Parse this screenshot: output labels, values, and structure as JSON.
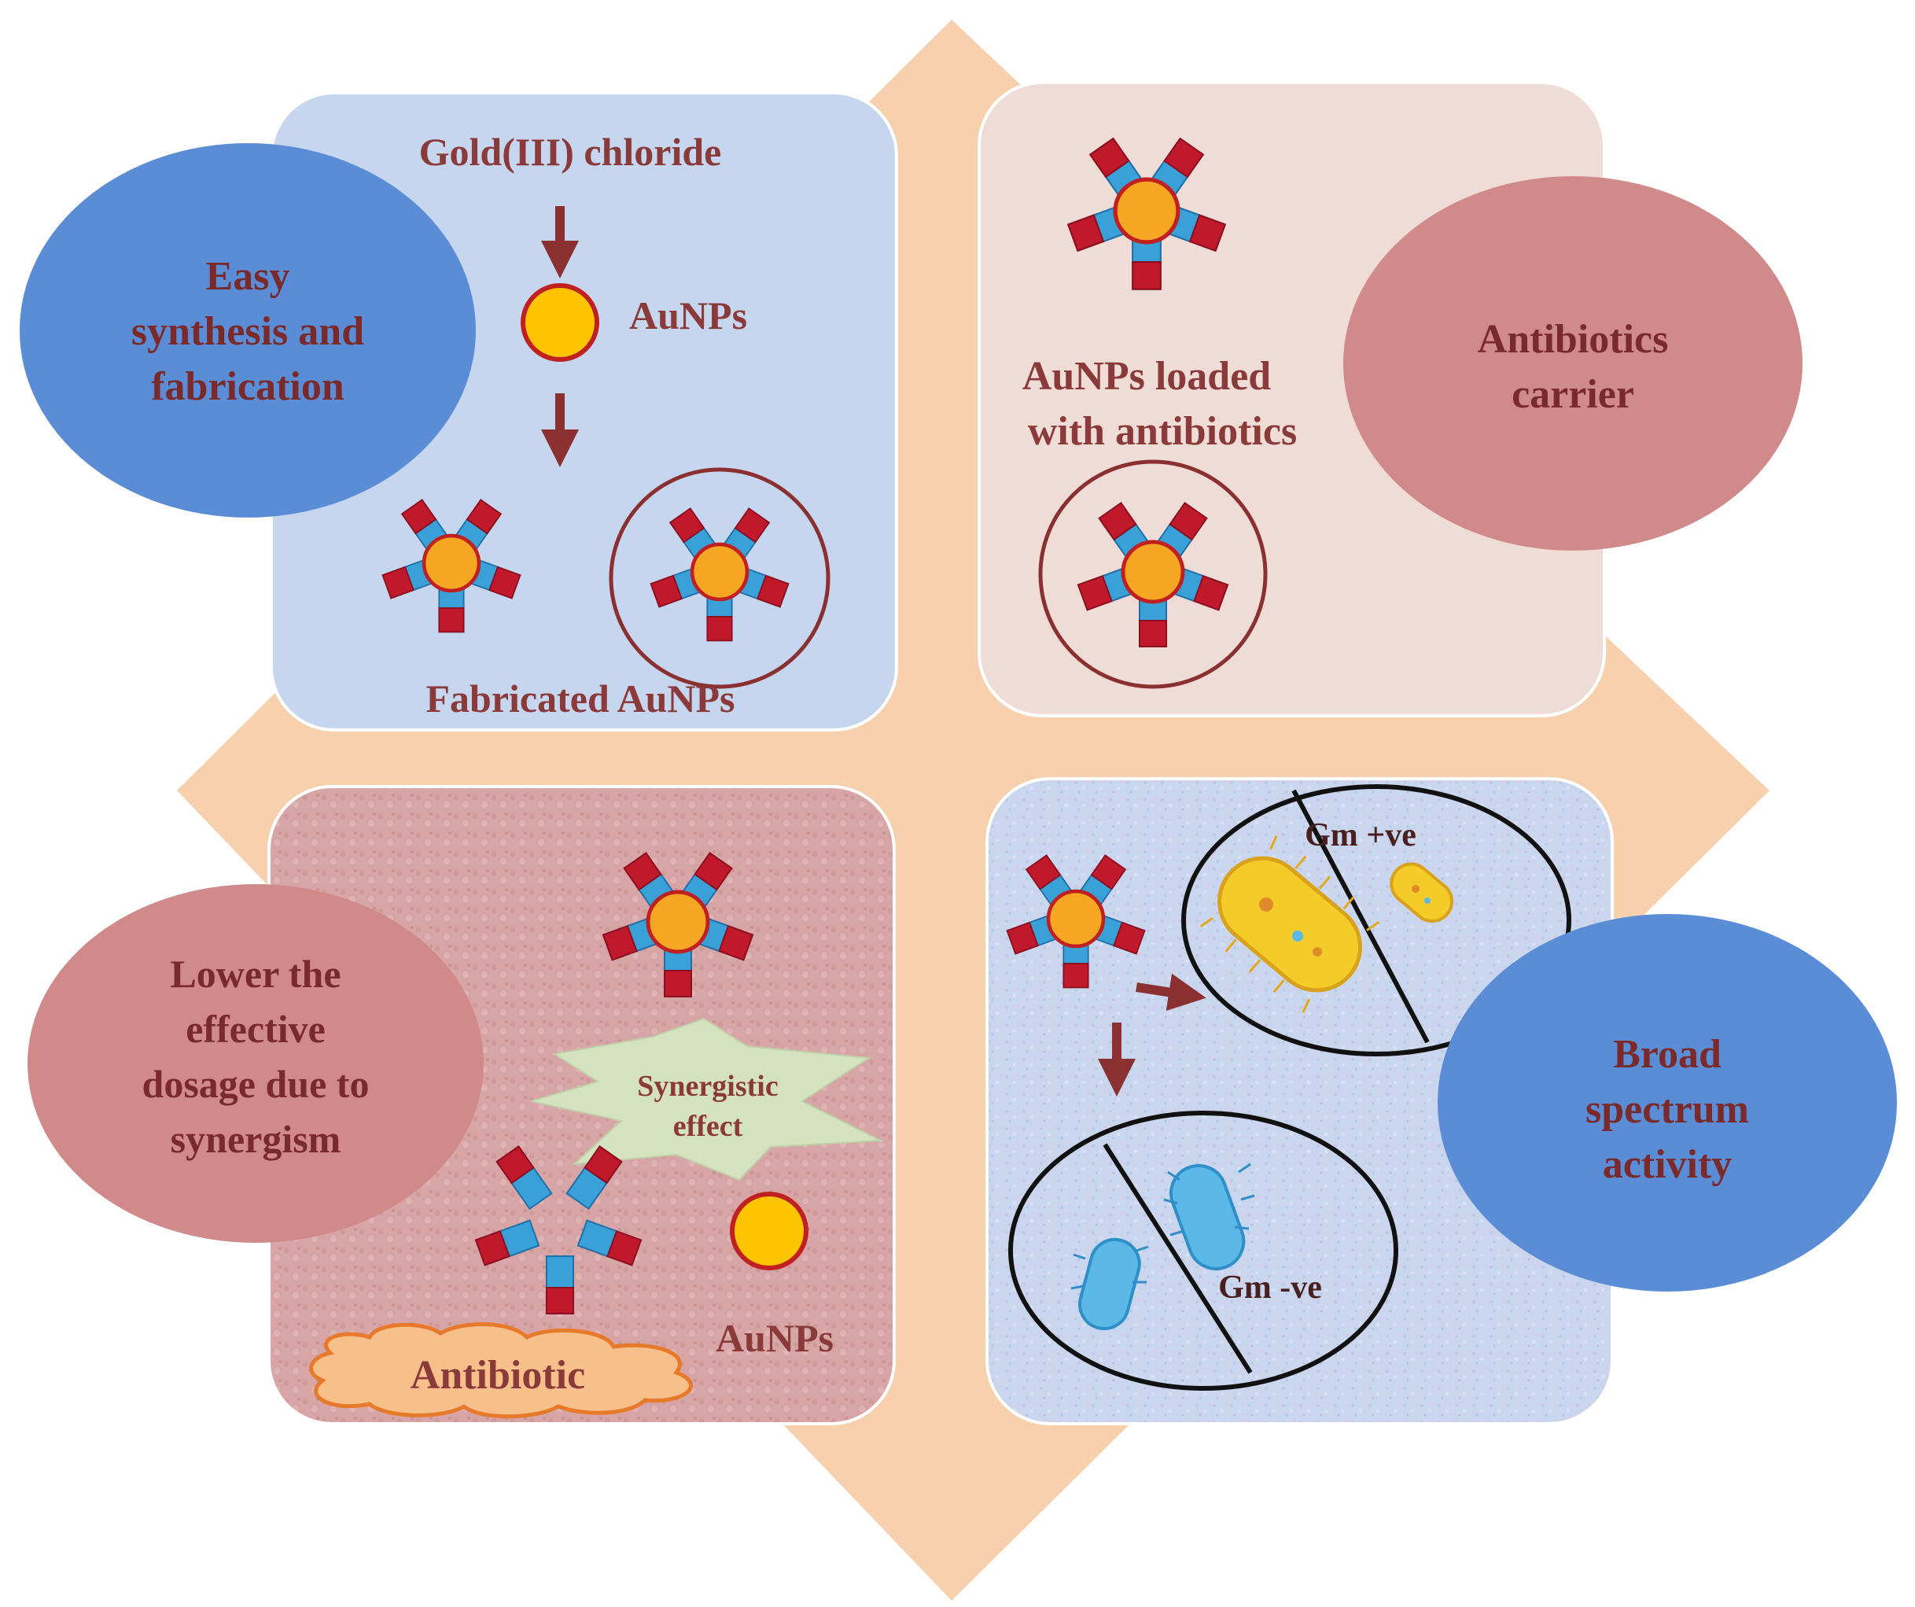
{
  "colors": {
    "background_diamond": "#f7d1ae",
    "panel_blue": "#c5d6ee",
    "panel_pink": "#f0dcd7",
    "panel_rose": "#d9a8a8",
    "panel_lavender": "#cfd8ef",
    "oval_blue": "#5b8dd6",
    "oval_rose": "#d08a8a",
    "gold": "#f5a623",
    "gold_border": "#c0201f",
    "ligand_blue": "#3aa0d8",
    "ligand_red": "#c0192c",
    "arrow": "#8b3030",
    "text": "#8b3a3a"
  },
  "panels": {
    "synthesis": {
      "precursor": "Gold(III) chloride",
      "particle_label": "AuNPs",
      "result_label": "Fabricated AuNPs",
      "icons": [
        "arrow-down-icon",
        "gold-nanoparticle-icon",
        "functionalized-nanoparticle-icon"
      ]
    },
    "carrier": {
      "caption_line1": "AuNPs loaded",
      "caption_line2": "with antibiotics",
      "icons": [
        "functionalized-nanoparticle-icon",
        "encapsulated-nanoparticle-icon"
      ]
    },
    "synergism": {
      "burst_line1": "Synergistic",
      "burst_line2": "effect",
      "particle_label": "AuNPs",
      "cloud_label": "Antibiotic",
      "icons": [
        "functionalized-nanoparticle-icon",
        "ligand-fragment-icon",
        "gold-nanoparticle-icon"
      ]
    },
    "spectrum": {
      "positive_label": "Gm +ve",
      "negative_label": "Gm -ve",
      "icons": [
        "functionalized-nanoparticle-icon",
        "gram-positive-bacteria-icon",
        "gram-negative-bacteria-icon",
        "arrow-right-icon",
        "arrow-down-icon"
      ]
    }
  },
  "ovals": {
    "synthesis": [
      "Easy",
      "synthesis and",
      "fabrication"
    ],
    "carrier": [
      "Antibiotics",
      "carrier"
    ],
    "synergism": [
      "Lower the",
      "effective",
      "dosage due to",
      "synergism"
    ],
    "spectrum": [
      "Broad",
      "spectrum",
      "activity"
    ]
  }
}
